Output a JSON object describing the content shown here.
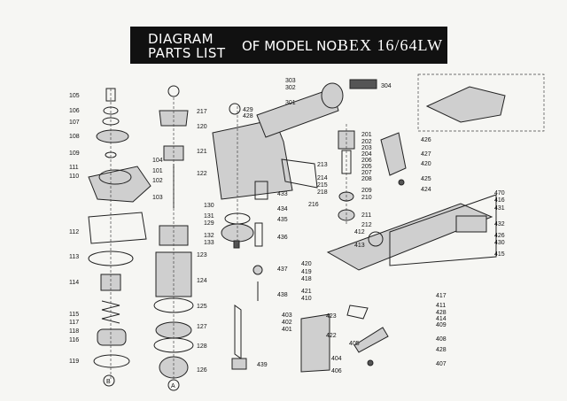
{
  "title": {
    "line1": "DIAGRAM",
    "line2": "PARTS LIST",
    "prefix": "OF MODEL NO.",
    "model": "BEX 16/64LW"
  },
  "connectors": {
    "A": "A",
    "B": "B"
  },
  "parts": [
    "105",
    "106",
    "107",
    "108",
    "109",
    "104",
    "111",
    "101",
    "110",
    "102",
    "103",
    "112",
    "113",
    "114",
    "115",
    "117",
    "118",
    "116",
    "119",
    "120",
    "121",
    "122",
    "123",
    "124",
    "125",
    "127",
    "128",
    "126",
    "217",
    "429",
    "428",
    "301",
    "303",
    "302",
    "304",
    "130",
    "131",
    "129",
    "132",
    "133",
    "216",
    "434",
    "435",
    "436",
    "437",
    "438",
    "403",
    "402",
    "401",
    "404",
    "405",
    "406",
    "439",
    "422",
    "213",
    "214",
    "215",
    "218",
    "433",
    "201",
    "202",
    "203",
    "204",
    "206",
    "205",
    "207",
    "208",
    "209",
    "210",
    "211",
    "212",
    "426",
    "427",
    "420",
    "425",
    "424",
    "412",
    "413",
    "420",
    "419",
    "418",
    "421",
    "410",
    "423",
    "417",
    "411",
    "428",
    "414",
    "409",
    "408",
    "428",
    "407",
    "470",
    "416",
    "431",
    "432",
    "426",
    "430",
    "415"
  ]
}
